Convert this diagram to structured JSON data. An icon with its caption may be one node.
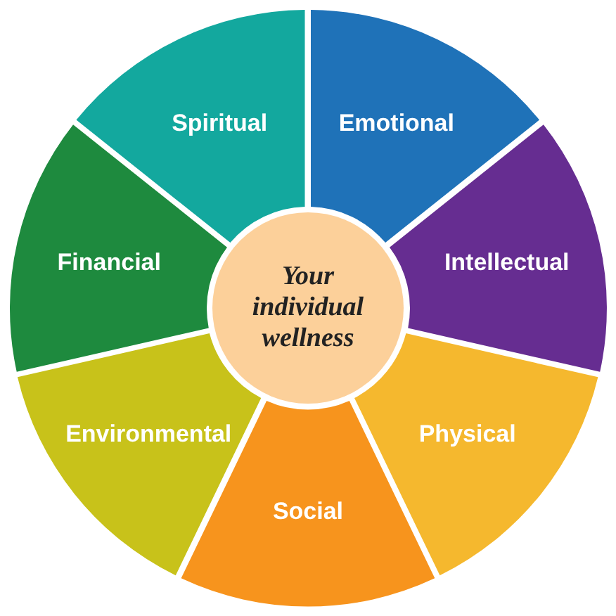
{
  "diagram": {
    "nodes": [
      {
        "text": [
          "Your individual wellness"
        ]
      },
      {
        "text": [
          "Emotional"
        ]
      },
      {
        "text": [
          "Intellectual"
        ]
      },
      {
        "text": [
          "Physical"
        ]
      },
      {
        "text": [
          "Social"
        ]
      },
      {
        "text": [
          "Environmental"
        ]
      },
      {
        "text": [
          "Financial"
        ]
      },
      {
        "text": [
          "Spiritual"
        ]
      }
    ]
  }
}
